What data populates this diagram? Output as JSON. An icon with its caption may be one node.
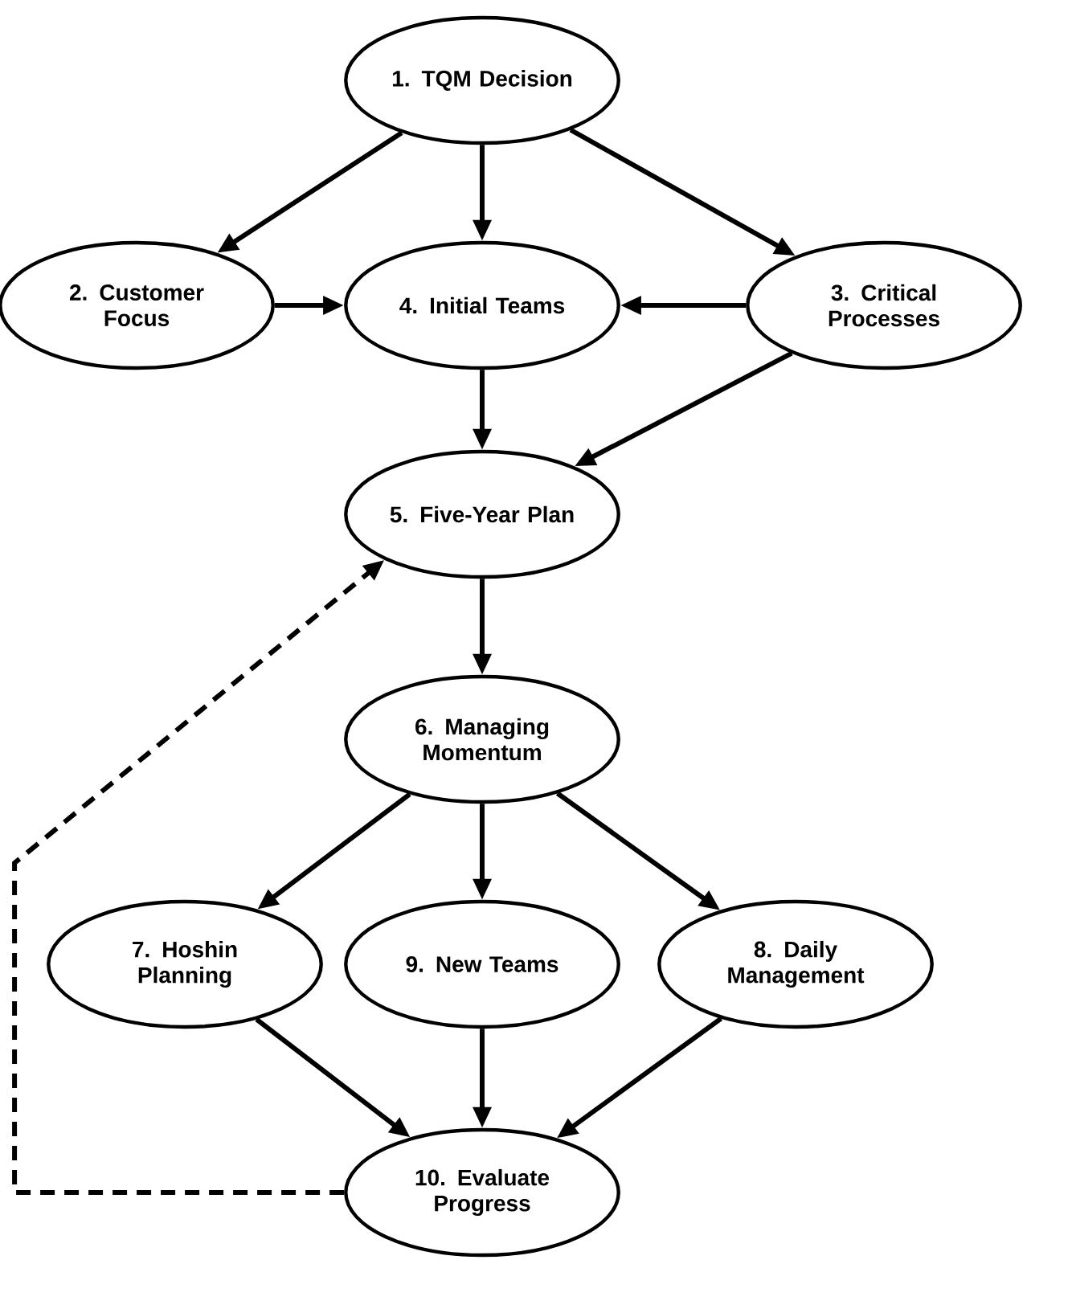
{
  "diagram": {
    "nodes": [
      {
        "text": [
          "1. TQM Decision"
        ]
      },
      {
        "text": [
          "2. Customer Focus"
        ]
      },
      {
        "text": [
          "3. Critical Processes"
        ]
      },
      {
        "text": [
          "4. Initial Teams"
        ]
      },
      {
        "text": [
          "5. Five-Year Plan"
        ]
      },
      {
        "text": [
          "6. Managing Momentum"
        ]
      },
      {
        "text": [
          "7. Hoshin Planning"
        ]
      },
      {
        "text": [
          "9. New Teams"
        ]
      },
      {
        "text": [
          "8. Daily Management"
        ]
      },
      {
        "text": [
          "10. Evaluate Progress"
        ]
      }
    ],
    "edges": [
      {
        "from": 0,
        "to": 1,
        "arrow": "to"
      },
      {
        "from": 0,
        "to": 3,
        "arrow": "to"
      },
      {
        "from": 0,
        "to": 2,
        "arrow": "to"
      },
      {
        "from": 1,
        "to": 3,
        "arrow": "to"
      },
      {
        "from": 2,
        "to": 3,
        "arrow": "to"
      },
      {
        "from": 3,
        "to": 4,
        "arrow": "to"
      },
      {
        "from": 2,
        "to": 4,
        "arrow": "to"
      },
      {
        "from": 4,
        "to": 5,
        "arrow": "to"
      },
      {
        "from": 5,
        "to": 6,
        "arrow": "to"
      },
      {
        "from": 5,
        "to": 7,
        "arrow": "to"
      },
      {
        "from": 5,
        "to": 8,
        "arrow": "to"
      },
      {
        "from": 6,
        "to": 9,
        "arrow": "to"
      },
      {
        "from": 7,
        "to": 9,
        "arrow": "to"
      },
      {
        "from": 8,
        "to": 9,
        "arrow": "to"
      },
      {
        "from": 9,
        "to": 4,
        "arrow": "to",
        "style": "dashed"
      }
    ]
  }
}
